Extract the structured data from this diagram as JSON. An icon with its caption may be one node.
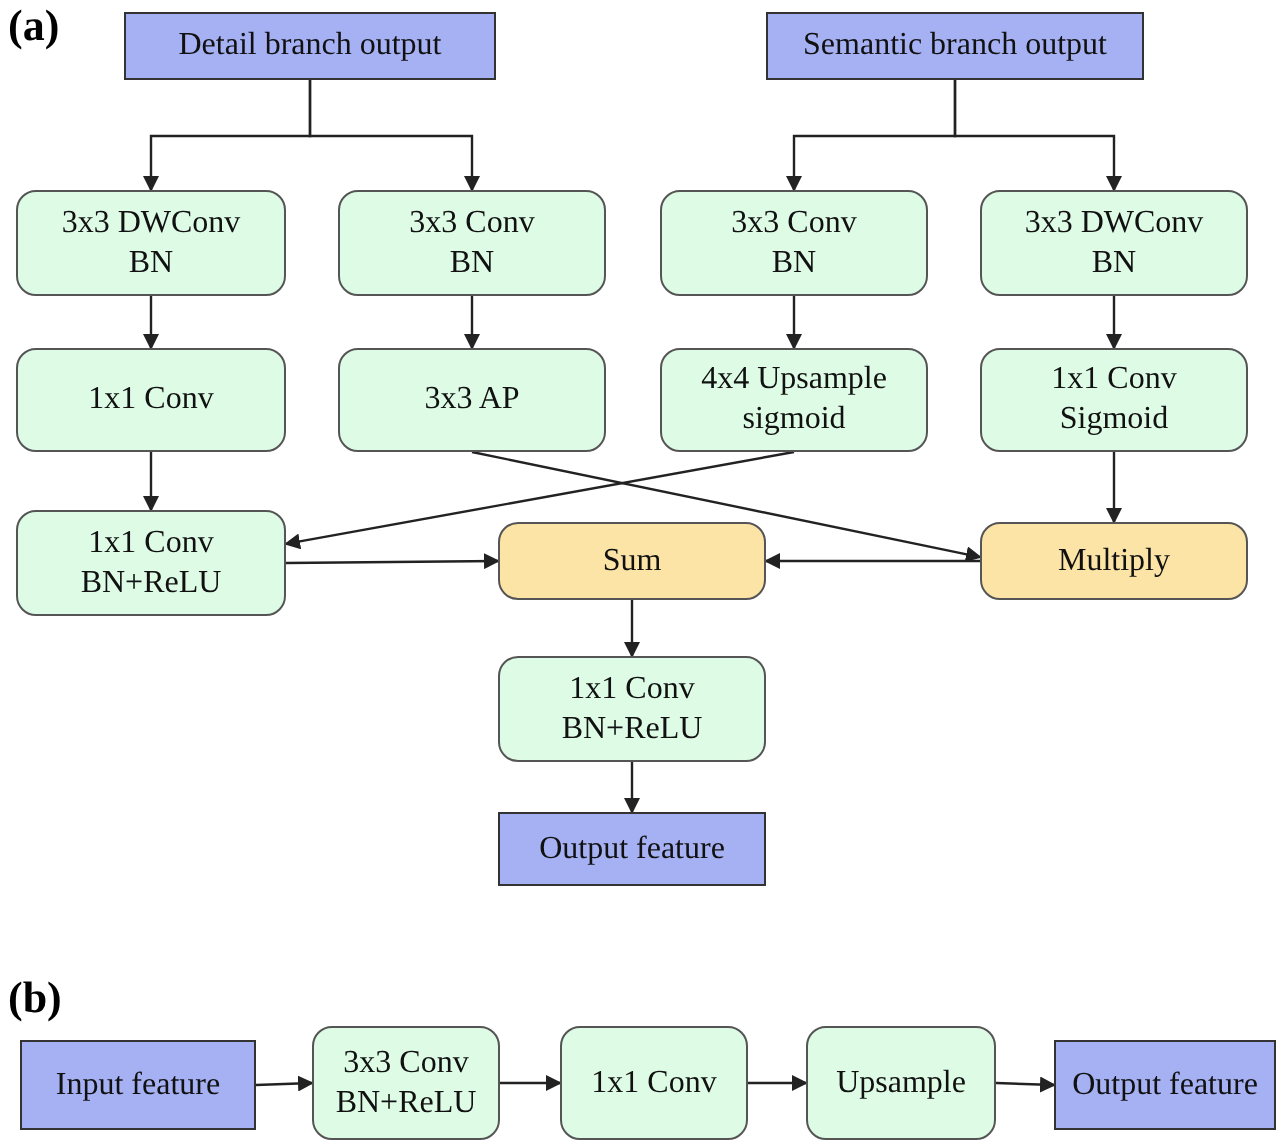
{
  "diagram": {
    "nodes": [
      {
        "text": [
          "Detail branch output"
        ]
      },
      {
        "text": [
          "Semantic branch output"
        ]
      },
      {
        "text": [
          "3x3 DWConv",
          "BN"
        ]
      },
      {
        "text": [
          "3x3 Conv",
          "BN"
        ]
      },
      {
        "text": [
          "3x3 Conv",
          "BN"
        ]
      },
      {
        "text": [
          "3x3 DWConv",
          "BN"
        ]
      },
      {
        "text": [
          "1x1 Conv"
        ]
      },
      {
        "text": [
          "3x3 AP"
        ]
      },
      {
        "text": [
          "4x4 Upsample",
          "sigmoid"
        ]
      },
      {
        "text": [
          "1x1 Conv",
          "Sigmoid"
        ]
      },
      {
        "text": [
          "1x1 Conv",
          "BN+ReLU"
        ]
      },
      {
        "text": [
          "Sum"
        ]
      },
      {
        "text": [
          "Multiply"
        ]
      },
      {
        "text": [
          "1x1 Conv",
          "BN+ReLU"
        ]
      },
      {
        "text": [
          "Output feature"
        ]
      },
      {
        "text": [
          "Input feature"
        ]
      },
      {
        "text": [
          "3x3 Conv",
          "BN+ReLU"
        ]
      },
      {
        "text": [
          "1x1 Conv"
        ]
      },
      {
        "text": [
          "Upsample"
        ]
      },
      {
        "text": [
          "Output feature"
        ]
      }
    ],
    "edges": [
      {
        "from": 0,
        "to": 2,
        "arrow": "to"
      },
      {
        "from": 0,
        "to": 3,
        "arrow": "to"
      },
      {
        "from": 1,
        "to": 4,
        "arrow": "to"
      },
      {
        "from": 1,
        "to": 5,
        "arrow": "to"
      },
      {
        "from": 2,
        "to": 6,
        "arrow": "to"
      },
      {
        "from": 3,
        "to": 7,
        "arrow": "to"
      },
      {
        "from": 4,
        "to": 8,
        "arrow": "to"
      },
      {
        "from": 5,
        "to": 9,
        "arrow": "to"
      },
      {
        "from": 6,
        "to": 10,
        "arrow": "to"
      },
      {
        "from": 8,
        "to": 10,
        "arrow": "to"
      },
      {
        "from": 7,
        "to": 12,
        "arrow": "to"
      },
      {
        "from": 9,
        "to": 12,
        "arrow": "to"
      },
      {
        "from": 10,
        "to": 11,
        "arrow": "to"
      },
      {
        "from": 12,
        "to": 11,
        "arrow": "to"
      },
      {
        "from": 11,
        "to": 13,
        "arrow": "to"
      },
      {
        "from": 13,
        "to": 14,
        "arrow": "to"
      },
      {
        "from": 15,
        "to": 16,
        "arrow": "to"
      },
      {
        "from": 16,
        "to": 17,
        "arrow": "to"
      },
      {
        "from": 17,
        "to": 18,
        "arrow": "to"
      },
      {
        "from": 18,
        "to": 19,
        "arrow": "to"
      }
    ],
    "labels": [
      "(a)",
      "(b)"
    ]
  }
}
